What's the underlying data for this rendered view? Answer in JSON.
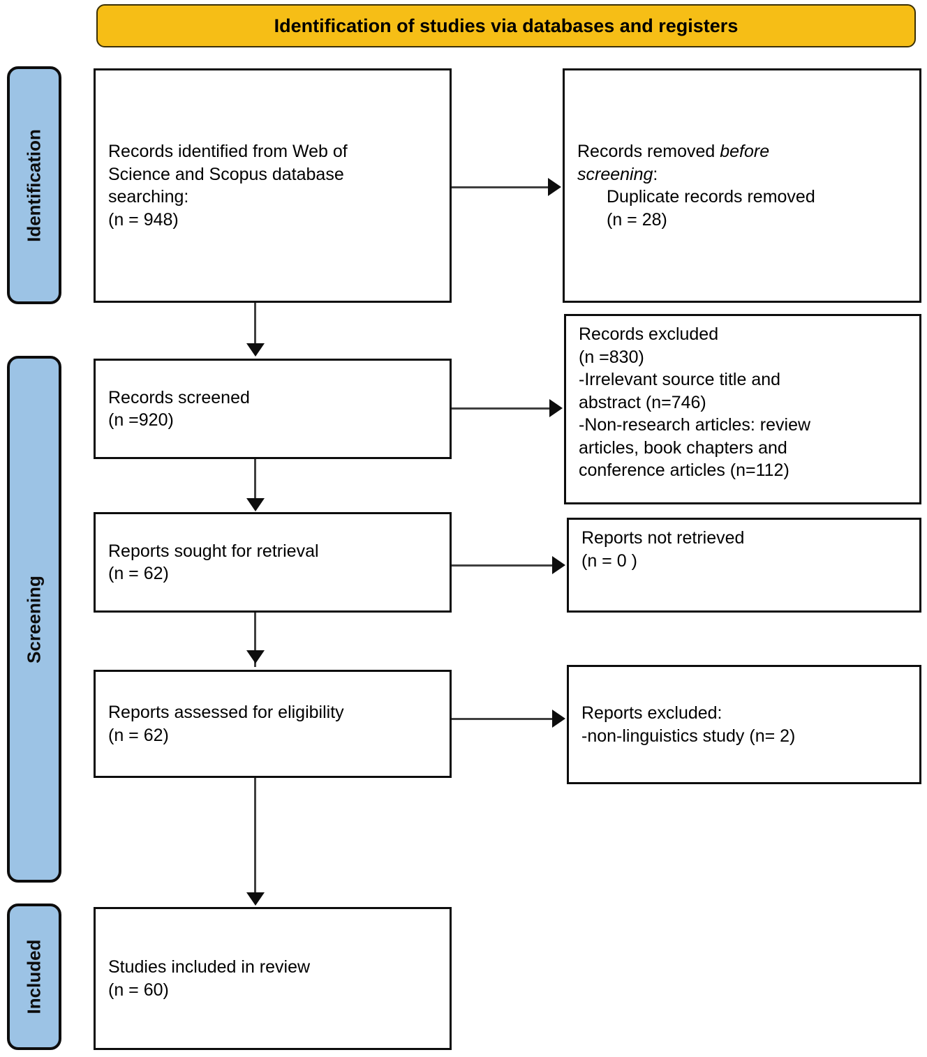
{
  "diagram": {
    "type": "prisma-flow-diagram",
    "banner": {
      "title": "Identification of studies via databases and registers",
      "color": "#F6BE16"
    },
    "stages": [
      {
        "id": "identification",
        "label": "Identification",
        "color": "#9CC3E5"
      },
      {
        "id": "screening",
        "label": "Screening",
        "color": "#9CC3E5"
      },
      {
        "id": "included",
        "label": "Included",
        "color": "#9CC3E5"
      }
    ],
    "boxes": {
      "records_identified": {
        "line1": "Records identified from Web of",
        "line2": "Science and Scopus database",
        "line3": "searching:",
        "line4": "(n = 948)",
        "n": 948
      },
      "records_removed": {
        "line1_a": "Records removed ",
        "line1_b": "before",
        "line2_b": "screening",
        "line2_a": ":",
        "line3": "Duplicate records removed",
        "line4": "(n = 28)",
        "n": 28
      },
      "records_screened": {
        "line1": "Records screened",
        "line2": "(n =920)",
        "n": 920
      },
      "records_excluded": {
        "line1": "Records excluded",
        "line2": "(n =830)",
        "line3": "-Irrelevant source title and",
        "line4": "abstract (n=746)",
        "line5": "-Non-research articles: review",
        "line6": "articles, book chapters and",
        "line7": "conference articles (n=112)",
        "n": 830,
        "n_irrelevant": 746,
        "n_nonresearch": 112
      },
      "reports_sought": {
        "line1": "Reports sought for retrieval",
        "line2": "(n = 62)",
        "n": 62
      },
      "reports_not_retrieved": {
        "line1": "Reports not retrieved",
        "line2": "(n = 0 )",
        "n": 0
      },
      "reports_assessed": {
        "line1": "Reports assessed for eligibility",
        "line2": "(n = 62)",
        "n": 62
      },
      "reports_excluded": {
        "line1": "Reports excluded:",
        "line2": "-non-linguistics study (n= 2)",
        "n": 2
      },
      "studies_included": {
        "line1": "Studies included in review",
        "line2": "(n = 60)",
        "n": 60
      }
    }
  }
}
